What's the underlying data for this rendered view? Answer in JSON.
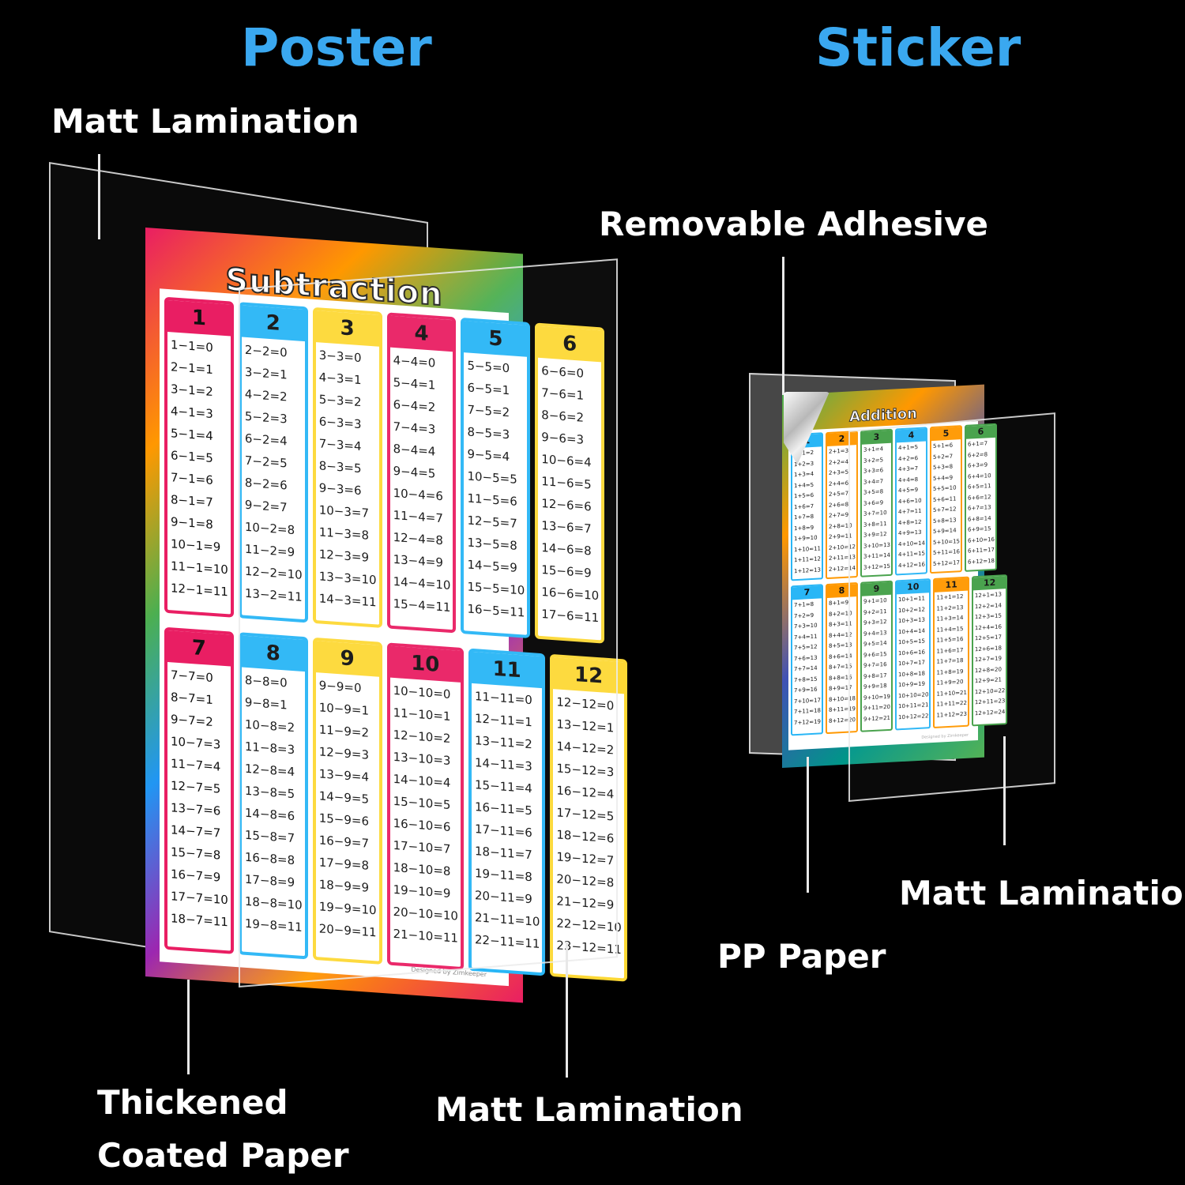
{
  "headings": {
    "poster": "Poster",
    "sticker": "Sticker"
  },
  "labels": {
    "matt_lamination_top": "Matt Lamination",
    "thickened_1": "Thickened",
    "thickened_2": "Coated Paper",
    "matt_lamination_poster_bottom": "Matt Lamination",
    "removable_adhesive": "Removable Adhesive",
    "pp_paper": "PP Paper",
    "matt_lamination_sticker": "Matt Lamination"
  },
  "poster": {
    "title": "Subtraction",
    "credit": "Designed by Zimkeeper",
    "colors": [
      "#e91e63",
      "#29b6f6",
      "#fdd835",
      "#e91e63",
      "#29b6f6",
      "#fdd835"
    ],
    "top_columns": [
      {
        "n": "1",
        "rows": [
          "1−1=0",
          "2−1=1",
          "3−1=2",
          "4−1=3",
          "5−1=4",
          "6−1=5",
          "7−1=6",
          "8−1=7",
          "9−1=8",
          "10−1=9",
          "11−1=10",
          "12−1=11"
        ]
      },
      {
        "n": "2",
        "rows": [
          "2−2=0",
          "3−2=1",
          "4−2=2",
          "5−2=3",
          "6−2=4",
          "7−2=5",
          "8−2=6",
          "9−2=7",
          "10−2=8",
          "11−2=9",
          "12−2=10",
          "13−2=11"
        ]
      },
      {
        "n": "3",
        "rows": [
          "3−3=0",
          "4−3=1",
          "5−3=2",
          "6−3=3",
          "7−3=4",
          "8−3=5",
          "9−3=6",
          "10−3=7",
          "11−3=8",
          "12−3=9",
          "13−3=10",
          "14−3=11"
        ]
      },
      {
        "n": "4",
        "rows": [
          "4−4=0",
          "5−4=1",
          "6−4=2",
          "7−4=3",
          "8−4=4",
          "9−4=5",
          "10−4=6",
          "11−4=7",
          "12−4=8",
          "13−4=9",
          "14−4=10",
          "15−4=11"
        ]
      },
      {
        "n": "5",
        "rows": [
          "5−5=0",
          "6−5=1",
          "7−5=2",
          "8−5=3",
          "9−5=4",
          "10−5=5",
          "11−5=6",
          "12−5=7",
          "13−5=8",
          "14−5=9",
          "15−5=10",
          "16−5=11"
        ]
      },
      {
        "n": "6",
        "rows": [
          "6−6=0",
          "7−6=1",
          "8−6=2",
          "9−6=3",
          "10−6=4",
          "11−6=5",
          "12−6=6",
          "13−6=7",
          "14−6=8",
          "15−6=9",
          "16−6=10",
          "17−6=11"
        ]
      }
    ],
    "bottom_columns": [
      {
        "n": "7",
        "rows": [
          "7−7=0",
          "8−7=1",
          "9−7=2",
          "10−7=3",
          "11−7=4",
          "12−7=5",
          "13−7=6",
          "14−7=7",
          "15−7=8",
          "16−7=9",
          "17−7=10",
          "18−7=11"
        ]
      },
      {
        "n": "8",
        "rows": [
          "8−8=0",
          "9−8=1",
          "10−8=2",
          "11−8=3",
          "12−8=4",
          "13−8=5",
          "14−8=6",
          "15−8=7",
          "16−8=8",
          "17−8=9",
          "18−8=10",
          "19−8=11"
        ]
      },
      {
        "n": "9",
        "rows": [
          "9−9=0",
          "10−9=1",
          "11−9=2",
          "12−9=3",
          "13−9=4",
          "14−9=5",
          "15−9=6",
          "16−9=7",
          "17−9=8",
          "18−9=9",
          "19−9=10",
          "20−9=11"
        ]
      },
      {
        "n": "10",
        "rows": [
          "10−10=0",
          "11−10=1",
          "12−10=2",
          "13−10=3",
          "14−10=4",
          "15−10=5",
          "16−10=6",
          "17−10=7",
          "18−10=8",
          "19−10=9",
          "20−10=10",
          "21−10=11"
        ]
      },
      {
        "n": "11",
        "rows": [
          "11−11=0",
          "12−11=1",
          "13−11=2",
          "14−11=3",
          "15−11=4",
          "16−11=5",
          "17−11=6",
          "18−11=7",
          "19−11=8",
          "20−11=9",
          "21−11=10",
          "22−11=11"
        ]
      },
      {
        "n": "12",
        "rows": [
          "12−12=0",
          "13−12=1",
          "14−12=2",
          "15−12=3",
          "16−12=4",
          "17−12=5",
          "18−12=6",
          "19−12=7",
          "20−12=8",
          "21−12=9",
          "22−12=10",
          "23−12=11"
        ]
      }
    ]
  },
  "sticker": {
    "title": "Addition",
    "credit": "Designed by Zimkeeper",
    "colors": [
      "#29b6f6",
      "#ff9800",
      "#43a047",
      "#29b6f6",
      "#ff9800",
      "#43a047"
    ],
    "top_columns": [
      {
        "n": "1",
        "rows": [
          "1+1=2",
          "1+2=3",
          "1+3=4",
          "1+4=5",
          "1+5=6",
          "1+6=7",
          "1+7=8",
          "1+8=9",
          "1+9=10",
          "1+10=11",
          "1+11=12",
          "1+12=13"
        ]
      },
      {
        "n": "2",
        "rows": [
          "2+1=3",
          "2+2=4",
          "2+3=5",
          "2+4=6",
          "2+5=7",
          "2+6=8",
          "2+7=9",
          "2+8=10",
          "2+9=11",
          "2+10=12",
          "2+11=13",
          "2+12=14"
        ]
      },
      {
        "n": "3",
        "rows": [
          "3+1=4",
          "3+2=5",
          "3+3=6",
          "3+4=7",
          "3+5=8",
          "3+6=9",
          "3+7=10",
          "3+8=11",
          "3+9=12",
          "3+10=13",
          "3+11=14",
          "3+12=15"
        ]
      },
      {
        "n": "4",
        "rows": [
          "4+1=5",
          "4+2=6",
          "4+3=7",
          "4+4=8",
          "4+5=9",
          "4+6=10",
          "4+7=11",
          "4+8=12",
          "4+9=13",
          "4+10=14",
          "4+11=15",
          "4+12=16"
        ]
      },
      {
        "n": "5",
        "rows": [
          "5+1=6",
          "5+2=7",
          "5+3=8",
          "5+4=9",
          "5+5=10",
          "5+6=11",
          "5+7=12",
          "5+8=13",
          "5+9=14",
          "5+10=15",
          "5+11=16",
          "5+12=17"
        ]
      },
      {
        "n": "6",
        "rows": [
          "6+1=7",
          "6+2=8",
          "6+3=9",
          "6+4=10",
          "6+5=11",
          "6+6=12",
          "6+7=13",
          "6+8=14",
          "6+9=15",
          "6+10=16",
          "6+11=17",
          "6+12=18"
        ]
      }
    ],
    "bottom_columns": [
      {
        "n": "7",
        "rows": [
          "7+1=8",
          "7+2=9",
          "7+3=10",
          "7+4=11",
          "7+5=12",
          "7+6=13",
          "7+7=14",
          "7+8=15",
          "7+9=16",
          "7+10=17",
          "7+11=18",
          "7+12=19"
        ]
      },
      {
        "n": "8",
        "rows": [
          "8+1=9",
          "8+2=10",
          "8+3=11",
          "8+4=12",
          "8+5=13",
          "8+6=14",
          "8+7=15",
          "8+8=16",
          "8+9=17",
          "8+10=18",
          "8+11=19",
          "8+12=20"
        ]
      },
      {
        "n": "9",
        "rows": [
          "9+1=10",
          "9+2=11",
          "9+3=12",
          "9+4=13",
          "9+5=14",
          "9+6=15",
          "9+7=16",
          "9+8=17",
          "9+9=18",
          "9+10=19",
          "9+11=20",
          "9+12=21"
        ]
      },
      {
        "n": "10",
        "rows": [
          "10+1=11",
          "10+2=12",
          "10+3=13",
          "10+4=14",
          "10+5=15",
          "10+6=16",
          "10+7=17",
          "10+8=18",
          "10+9=19",
          "10+10=20",
          "10+11=21",
          "10+12=22"
        ]
      },
      {
        "n": "11",
        "rows": [
          "11+1=12",
          "11+2=13",
          "11+3=14",
          "11+4=15",
          "11+5=16",
          "11+6=17",
          "11+7=18",
          "11+8=19",
          "11+9=20",
          "11+10=21",
          "11+11=22",
          "11+12=23"
        ]
      },
      {
        "n": "12",
        "rows": [
          "12+1=13",
          "12+2=14",
          "12+3=15",
          "12+4=16",
          "12+5=17",
          "12+6=18",
          "12+7=19",
          "12+8=20",
          "12+9=21",
          "12+10=22",
          "12+11=23",
          "12+12=24"
        ]
      }
    ]
  }
}
